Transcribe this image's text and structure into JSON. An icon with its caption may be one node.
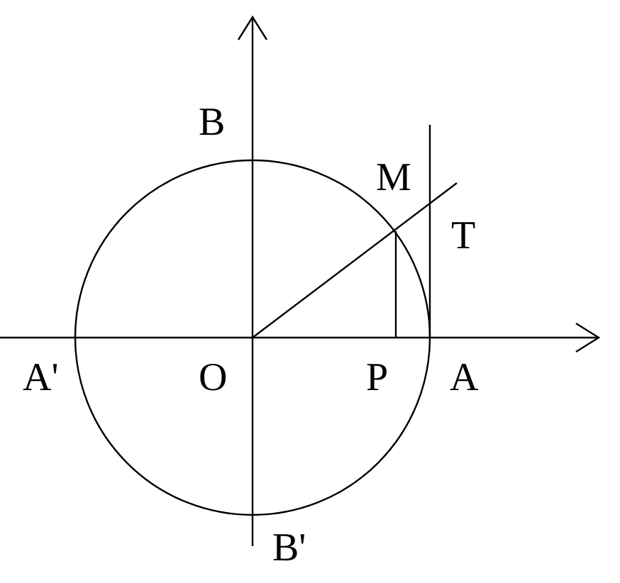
{
  "diagram": {
    "labels": [
      "B",
      "M",
      "T",
      "A'",
      "O",
      "P",
      "A",
      "B'"
    ]
  }
}
